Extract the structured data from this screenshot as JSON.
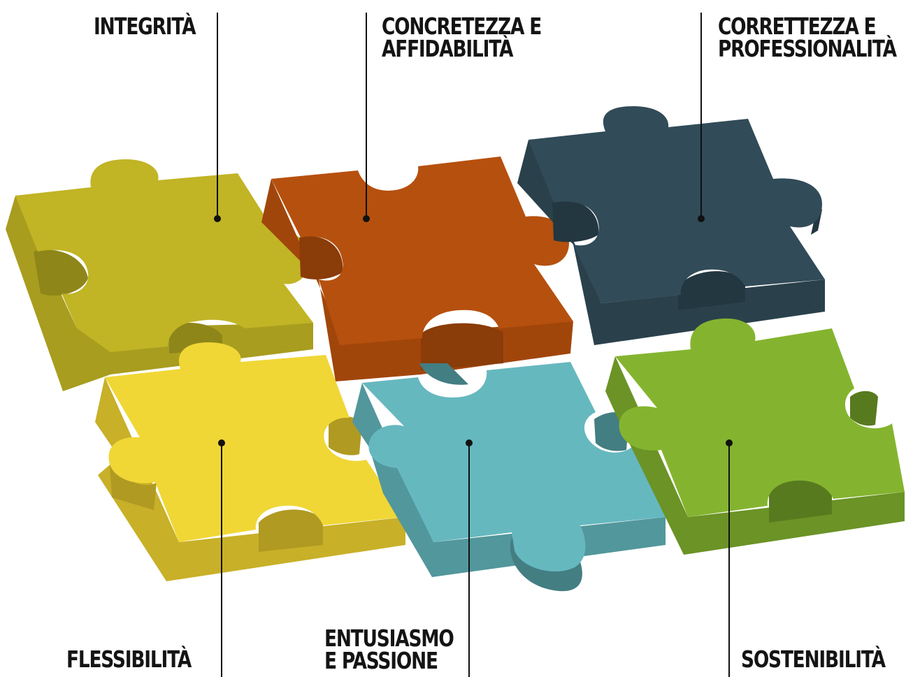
{
  "diagram": {
    "pieces": [
      {
        "id": "integrita",
        "lines": [
          "INTEGRITÀ"
        ],
        "top": "#c1b425",
        "side": "#a89d1f",
        "lip": "#8f861a"
      },
      {
        "id": "concretezza",
        "lines": [
          "CONCRETEZZA E",
          "AFFIDABILITÀ"
        ],
        "top": "#b6500e",
        "side": "#a1460b",
        "lip": "#8a3c09"
      },
      {
        "id": "correttezza",
        "lines": [
          "CORRETTEZZA E",
          "PROFESSIONALITÀ"
        ],
        "top": "#314b58",
        "side": "#2a414c",
        "lip": "#233741"
      },
      {
        "id": "flessibilita",
        "lines": [
          "FLESSIBILITÀ"
        ],
        "top": "#f0d736",
        "side": "#c8b028",
        "lip": "#b09a22"
      },
      {
        "id": "entusiasmo",
        "lines": [
          "ENTUSIASMO",
          "E PASSIONE"
        ],
        "top": "#66b8bf",
        "side": "#52979c",
        "lip": "#437e83"
      },
      {
        "id": "sostenibilita",
        "lines": [
          "SOSTENIBILITÀ"
        ],
        "top": "#84b42f",
        "side": "#6b9326",
        "lip": "#587a1f"
      }
    ],
    "line_color": "#111111"
  }
}
